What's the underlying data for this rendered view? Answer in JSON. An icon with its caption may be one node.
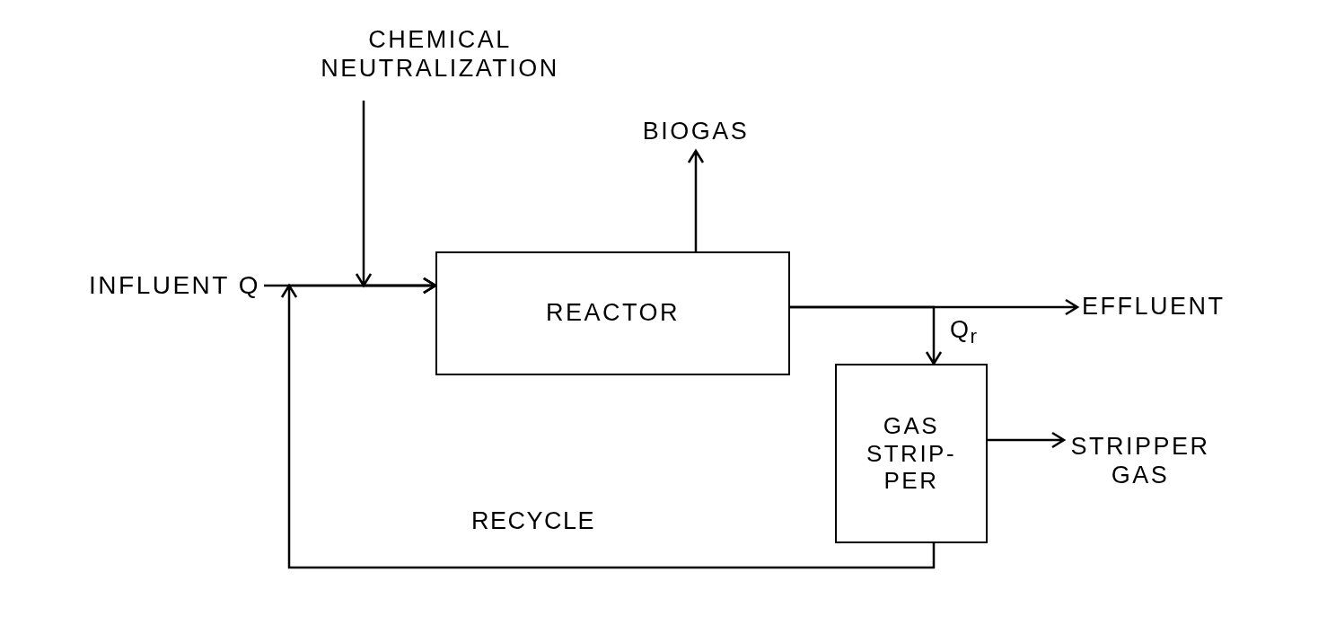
{
  "diagram": {
    "nodes": [
      {
        "text": [
          "CHEMICAL NEUTRALIZATION"
        ]
      },
      {
        "text": [
          "BIOGAS"
        ]
      },
      {
        "text": [
          "INFLUENT Q"
        ]
      },
      {
        "text": [
          "REACTOR"
        ]
      },
      {
        "text": [
          "EFFLUENT"
        ]
      },
      {
        "text": [
          "GAS STRIP- PER"
        ]
      },
      {
        "text": [
          "STRIPPER GAS"
        ]
      }
    ],
    "edges": [
      {
        "from": 2,
        "to": 3,
        "arrow": "to"
      },
      {
        "from": 0,
        "to": 3,
        "arrow": "to"
      },
      {
        "from": 5,
        "to": 3,
        "arrow": "to",
        "label": "RECYCLE"
      },
      {
        "from": 3,
        "to": 1,
        "arrow": "to"
      },
      {
        "from": 3,
        "to": 4,
        "arrow": "to"
      },
      {
        "from": 3,
        "to": 5,
        "arrow": "to",
        "label": "Q$_{r}$"
      },
      {
        "from": 5,
        "to": 6,
        "arrow": "to"
      }
    ]
  }
}
